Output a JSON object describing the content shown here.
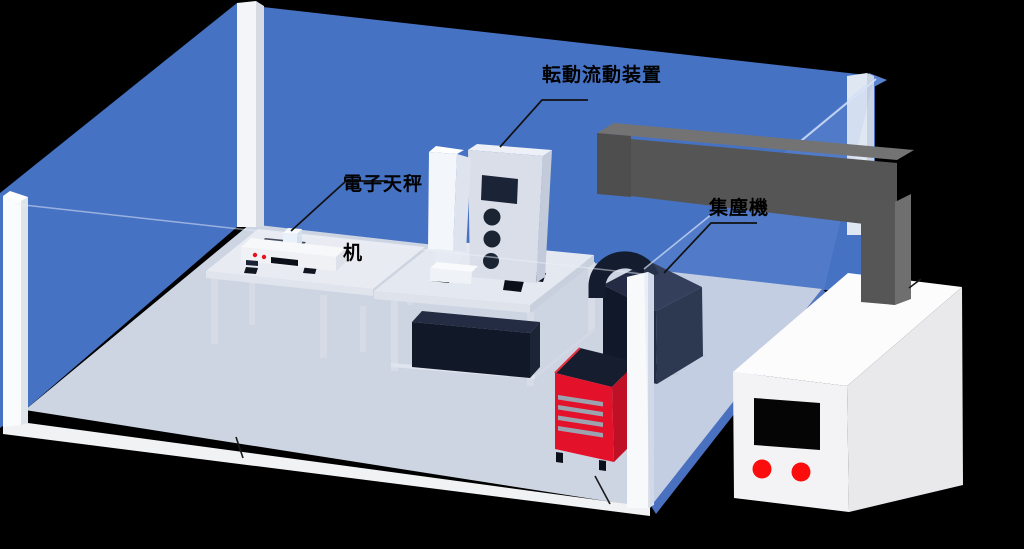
{
  "diagram": {
    "type": "isometric-lab-room-diagram",
    "labels": {
      "tumbling_device": "転動流動装置",
      "balance_desk_line1": "電子天秤",
      "balance_desk_line2": "机",
      "dust_collector": "集塵機"
    },
    "colors": {
      "background": "#000000",
      "wall_blue": "#4672C4",
      "floor_gray": "#CDD4E2",
      "pillar_white": "#F5F7FA",
      "duct_gray": "#5A5A5A",
      "cabinet_red": "#E4112B",
      "equipment_navy": "#141C2E",
      "machine_white": "#F3F3F5",
      "button_red": "#FB0D0D",
      "glass_edge": "#D7E2F6"
    }
  }
}
